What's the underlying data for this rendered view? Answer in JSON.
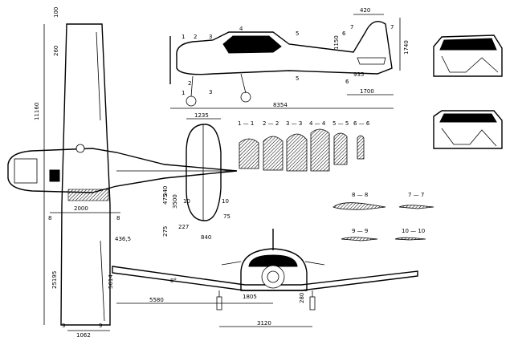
{
  "dimensions": {
    "span": "11160",
    "tip_top": "100",
    "tip_aileron": "260",
    "wing_root_chord": "2000",
    "wing_outer": "25195",
    "wing_tip_chord": "1062",
    "aileron_offset": "436,5",
    "fin_height": "1740",
    "fin_chord": "420",
    "fin_mid": "1150",
    "length": "8354",
    "tail_arm": "1700",
    "tail_small": "935",
    "stab_chord": "1235",
    "stab_span": "3500",
    "stab_a": "475",
    "stab_b": "340",
    "stab_c": "275",
    "stab_d": "227",
    "stab_e": "840",
    "stab_f": "75",
    "front_gear": "1805",
    "front_track": "3120",
    "front_half": "5580",
    "front_h": "5614",
    "front_gear_h": "280",
    "dihedral": "8°"
  },
  "station_labels": [
    "1",
    "2",
    "3",
    "4",
    "5",
    "6",
    "7",
    "8",
    "9",
    "10"
  ],
  "station_label_sides": [
    "1",
    "2",
    "3",
    "4",
    "5",
    "6",
    "7",
    "8",
    "9",
    "10"
  ],
  "sections": [
    "1 — 1",
    "2 — 2",
    "3 — 3",
    "4 — 4",
    "5 — 5",
    "6 — 6"
  ],
  "airfoils": [
    "8 — 8",
    "7 — 7",
    "9 — 9",
    "10 — 10"
  ]
}
